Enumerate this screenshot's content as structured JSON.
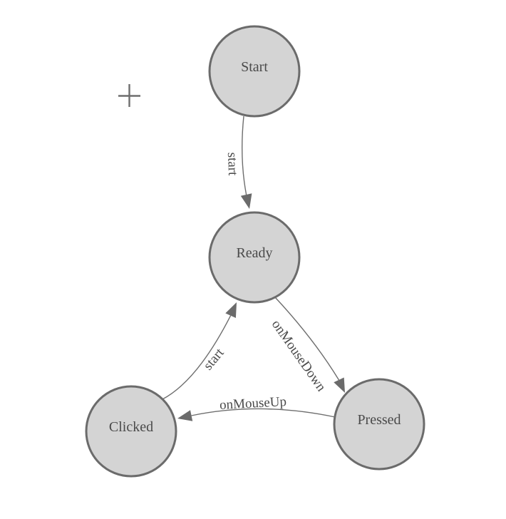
{
  "canvas": {
    "background": "#ffffff",
    "kind": "state-machine-diagram"
  },
  "cursor": {
    "icon": "crosshair-plus"
  },
  "colors": {
    "node_fill": "#d4d4d4",
    "node_border": "#6b6b6b",
    "edge_stroke": "#6e6e6e",
    "arrow_fill": "#6b6b6b",
    "label_text": "#4a4a4a"
  },
  "diagram": {
    "type": "state-machine",
    "nodes": [
      {
        "id": "start",
        "label": "Start"
      },
      {
        "id": "ready",
        "label": "Ready"
      },
      {
        "id": "clicked",
        "label": "Clicked"
      },
      {
        "id": "pressed",
        "label": "Pressed"
      }
    ],
    "edges": [
      {
        "from": "start",
        "to": "ready",
        "label": "start"
      },
      {
        "from": "ready",
        "to": "pressed",
        "label": "onMouseDown"
      },
      {
        "from": "pressed",
        "to": "clicked",
        "label": "onMouseUp"
      },
      {
        "from": "clicked",
        "to": "ready",
        "label": "start"
      }
    ]
  }
}
